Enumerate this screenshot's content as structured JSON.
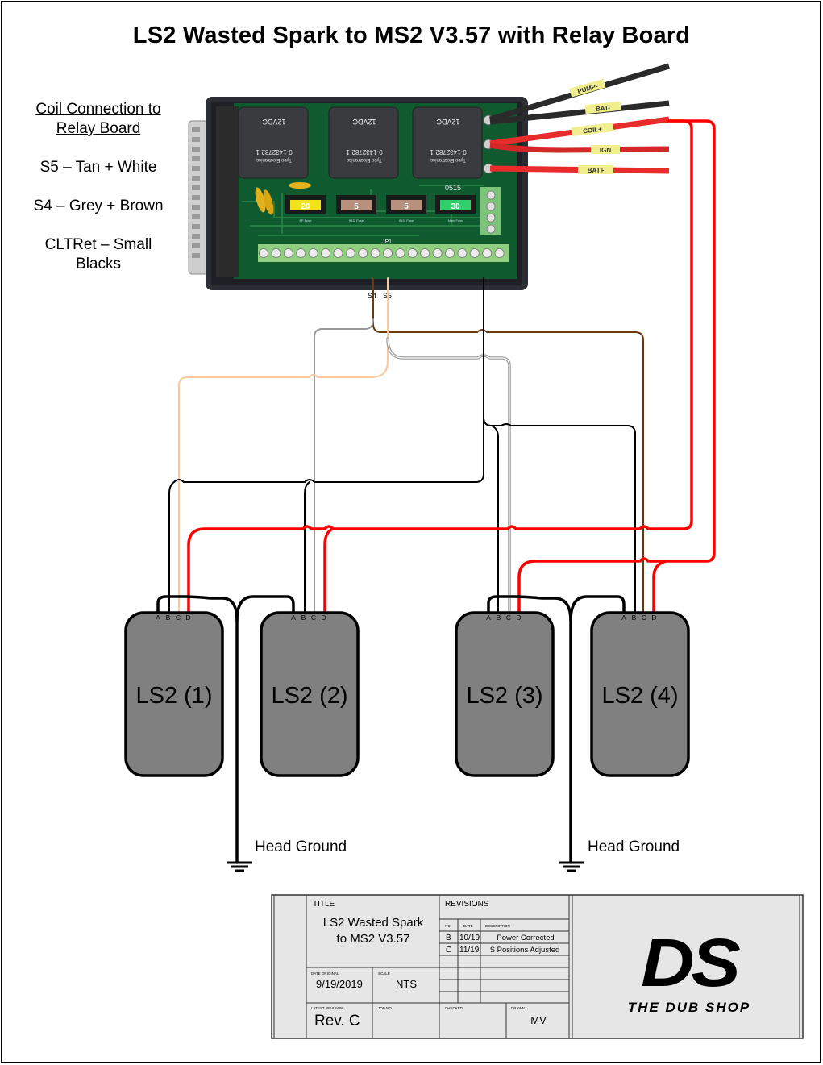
{
  "title": "LS2 Wasted Spark to MS2 V3.57 with Relay Board",
  "notes": {
    "heading_line1": "Coil Connection to",
    "heading_line2": "Relay Board",
    "items": [
      {
        "line1": "S5 – Tan + White",
        "line2": ""
      },
      {
        "line1": "S4 – Grey + Brown",
        "line2": ""
      },
      {
        "line1": "CLTRet – Small",
        "line2": "Blacks"
      }
    ]
  },
  "relay_board": {
    "relays": [
      {
        "voltage": "12VDC",
        "part": "0-1432782-1",
        "maker": "Tyco Electronics"
      },
      {
        "voltage": "12VDC",
        "part": "0-1432782-1",
        "maker": "Tyco Electronics"
      },
      {
        "voltage": "12VDC",
        "part": "0-1432782-1",
        "maker": "Tyco Electronics"
      }
    ],
    "fuses": [
      {
        "rating": "20",
        "label": "FP Fuse",
        "color": "#f2e21a"
      },
      {
        "rating": "5",
        "label": "INJ2 Fuse",
        "color": "#b8917e"
      },
      {
        "rating": "5",
        "label": "INJ1 Fuse",
        "color": "#b8917e"
      },
      {
        "rating": "30",
        "label": "Main Fuse",
        "color": "#2fcf6a"
      }
    ],
    "board_code": "0515",
    "header_label": "JP1",
    "output_labels": {
      "s4": "S4",
      "s5": "S5"
    },
    "lead_tags": [
      "PUMP-",
      "BAT-",
      "COIL+",
      "IGN",
      "BAT+"
    ]
  },
  "wire_colors": {
    "tan": "#f9c99b",
    "white": "#d0d0d0",
    "grey": "#999999",
    "brown": "#6b3a0c",
    "black": "#000000",
    "red": "#ff0000"
  },
  "coils": [
    {
      "label": "LS2 (1)",
      "pins": [
        "A",
        "B",
        "C",
        "D"
      ]
    },
    {
      "label": "LS2 (2)",
      "pins": [
        "A",
        "B",
        "C",
        "D"
      ]
    },
    {
      "label": "LS2 (3)",
      "pins": [
        "A",
        "B",
        "C",
        "D"
      ]
    },
    {
      "label": "LS2 (4)",
      "pins": [
        "A",
        "B",
        "C",
        "D"
      ]
    }
  ],
  "grounds": [
    {
      "label": "Head Ground"
    },
    {
      "label": "Head Ground"
    }
  ],
  "title_block": {
    "title_label": "TITLE",
    "title_line1": "LS2 Wasted Spark",
    "title_line2": "to MS2 V3.57",
    "revisions_label": "REVISIONS",
    "rev_headers": [
      "NO.",
      "DATE",
      "DESCRIPTION"
    ],
    "revisions": [
      {
        "no": "B",
        "date": "10/19",
        "description": "Power Corrected"
      },
      {
        "no": "C",
        "date": "11/19",
        "description": "S Positions Adjusted"
      }
    ],
    "date_original_label": "DATE ORIGINAL",
    "date_original": "9/19/2019",
    "scale_label": "SCALE",
    "scale": "NTS",
    "latest_revision_label": "LATEST REVISION",
    "latest_revision": "Rev. C",
    "job_no_label": "JOB NO.",
    "job_no": "",
    "checked_label": "CHECKED",
    "checked": "",
    "drawn_label": "DRAWN",
    "drawn": "MV",
    "logo_mark": "DS",
    "logo_text": "THE DUB SHOP"
  }
}
